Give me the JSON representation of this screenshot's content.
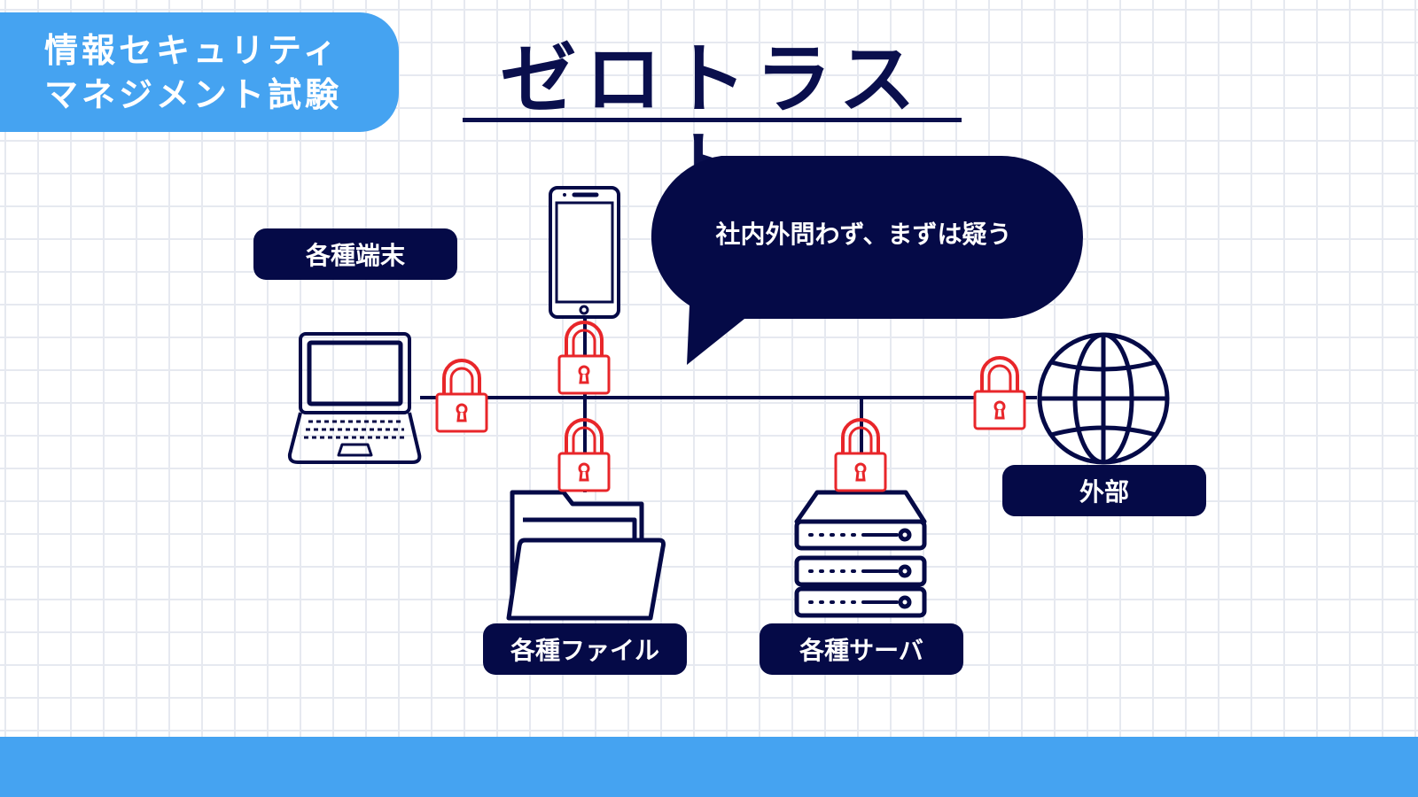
{
  "header": {
    "badge_line1": "情報セキュリティ",
    "badge_line2": "マネジメント試験",
    "title": "ゼロトラスト"
  },
  "bubble": {
    "text": "社内外問わず、まずは疑う"
  },
  "labels": {
    "devices": "各種端末",
    "files": "各種ファイル",
    "servers": "各種サーバ",
    "external": "外部"
  },
  "colors": {
    "navy": "#050a47",
    "accent_blue": "#45a3f1",
    "lock_red": "#e8262a"
  },
  "icons": [
    "laptop-icon",
    "smartphone-icon",
    "folder-icon",
    "server-icon",
    "globe-icon",
    "lock-icon"
  ]
}
